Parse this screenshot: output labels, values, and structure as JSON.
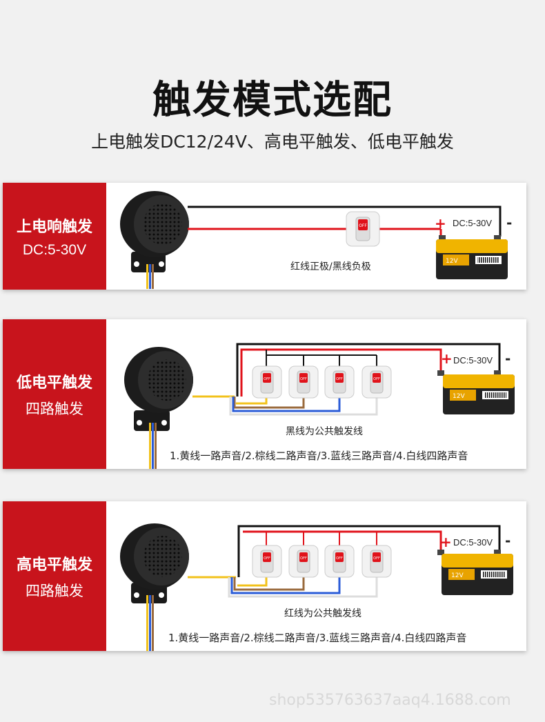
{
  "header": {
    "title": "触发模式选配",
    "subtitle": "上电触发DC12/24V、高电平触发、低电平触发"
  },
  "panels": [
    {
      "side_line1": "上电响触发",
      "side_line2": "DC:5-30V",
      "caption": "红线正极/黑线负极",
      "voltage": "DC:5-30V",
      "plus": "+",
      "minus": "-",
      "battery_label": "12V",
      "switch_label": "OFF"
    },
    {
      "side_line1": "低电平触发",
      "side_line2": "四路触发",
      "caption": "黑线为公共触发线",
      "legend": "1.黄线一路声音/2.棕线二路声音/3.蓝线三路声音/4.白线四路声音",
      "voltage": "DC:5-30V",
      "plus": "+",
      "minus": "-",
      "battery_label": "12V",
      "switch_label": "OFF"
    },
    {
      "side_line1": "高电平触发",
      "side_line2": "四路触发",
      "caption": "红线为公共触发线",
      "legend": "1.黄线一路声音/2.棕线二路声音/3.蓝线三路声音/4.白线四路声音",
      "voltage": "DC:5-30V",
      "plus": "+",
      "minus": "-",
      "battery_label": "12V",
      "switch_label": "OFF"
    }
  ],
  "watermark": "shop535763637aaq4.1688.com",
  "colors": {
    "brand_red": "#c8141c",
    "wire_red": "#e0121a",
    "wire_black": "#111111",
    "wire_yellow": "#f2c21b",
    "wire_brown": "#9a6a3c",
    "wire_blue": "#2a5bd7",
    "wire_white": "#dddddd",
    "battery_yellow": "#f0b400"
  }
}
